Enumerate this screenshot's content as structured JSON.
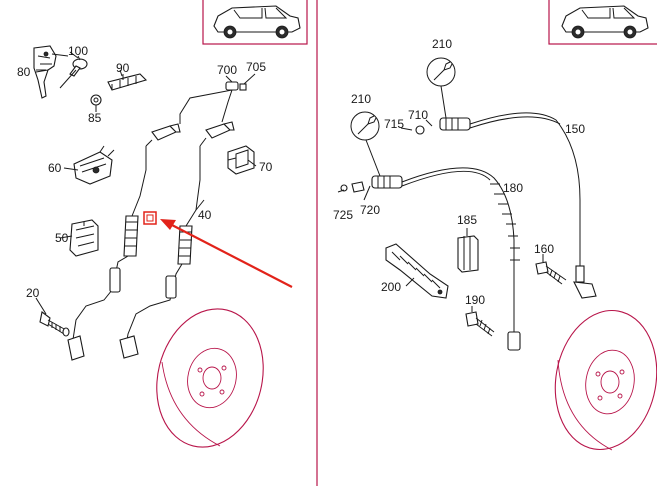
{
  "diagram": {
    "left_panel": {
      "callouts": [
        "80",
        "100",
        "90",
        "85",
        "700",
        "705",
        "60",
        "70",
        "50",
        "40",
        "20"
      ],
      "marker_color": "#e2231a",
      "frame_color": "#b8154a"
    },
    "right_panel": {
      "callouts": [
        "210",
        "210",
        "715",
        "710",
        "150",
        "725",
        "720",
        "180",
        "185",
        "160",
        "200",
        "190"
      ],
      "frame_color": "#b8154a"
    },
    "icons": {
      "vehicle": "suv-car-icon",
      "tool": "wrench-icon",
      "arrow": "red-arrow-icon",
      "marker": "red-square-marker-icon"
    }
  }
}
